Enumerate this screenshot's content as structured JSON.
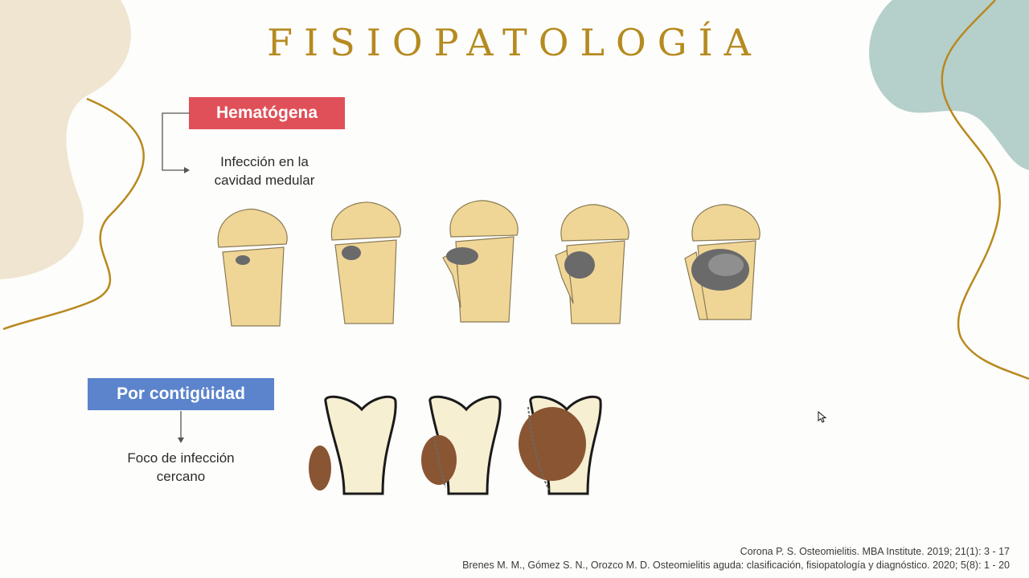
{
  "title": "FISIOPATOLOGÍA",
  "hematogena": {
    "label": "Hematógena",
    "description": [
      "Infección en la",
      "cavidad medular"
    ],
    "color": "#e05058"
  },
  "contiguidad": {
    "label": "Por contigüidad",
    "description": [
      "Foco de infección",
      "cercano"
    ],
    "color": "#5b84cc"
  },
  "references": [
    "Corona P. S. Osteomielitis. MBA Institute. 2019; 21(1): 3 - 17",
    "Brenes M. M., Gómez S. N., Orozco M. D. Osteomielitis aguda: clasificación, fisiopatología y diagnóstico. 2020; 5(8): 1 - 20"
  ],
  "colors": {
    "title": "#b58a1f",
    "bone_yellow": "#f0d696",
    "bone_cream": "#f7efd2",
    "infection_grey": "#6a6a6a",
    "abscess_brown": "#8a5532",
    "deco_beige": "#efe5d0",
    "deco_teal": "#b5cfcb",
    "deco_line": "#b8891f"
  }
}
